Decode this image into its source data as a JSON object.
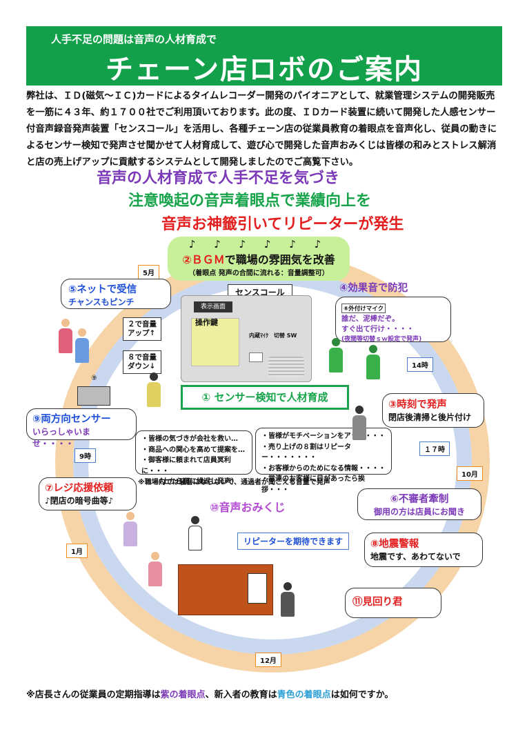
{
  "header": {
    "subtitle": "人手不足の問題は音声の人材育成で",
    "title": "チェーン店ロボのご案内"
  },
  "intro": "弊社は、ＩＤ(磁気～ＩＣ)カードによるタイムレコーダー開発のパイオニアとして、就業管理システムの開発販売を一筋に４３年、約１７００社でご利用頂いております。此の度、ＩＤカード装置に続いて開発した人感センサー付音声録音発声装置「センスコール」を活用し、各種チェーン店の従業員教育の着眼点を音声化し、従員の動きによるセンサー検知で発声させ聞かせて人材育成して、遊び心で開発した音声おみくじは皆様の和みとストレス解消と店の売上げアップに貢献するシステムとして開発しましたのでご高覧下さい。",
  "slogans": [
    "音声の人材育成で人手不足を気づき",
    "注意喚起の音声着眼点で業績向上を",
    "音声お神籤引いてリピーターが発生"
  ],
  "months": {
    "may": "5月",
    "oct": "10月",
    "jan": "1月",
    "dec": "12月"
  },
  "hours": {
    "h9": "9時",
    "h14": "14時",
    "h17": "１７時"
  },
  "bgm": {
    "notes": "♪ ♪ ♪ ♪ ♪ ♪",
    "title_num": "②ＢＧＭ",
    "title_rest": "で職場の雰囲気を改善",
    "desc": "（着眼点 発声の合間に流れる：音量調整可）"
  },
  "device": {
    "name": "センスコール",
    "display_label": "表示画面",
    "pad_label": "操作鍵",
    "mic_label": "内蔵ﾏｲｸ　切替 SW",
    "vol_up": "２で音量\nアップ↑",
    "vol_down": "８で音量\nダウン↓"
  },
  "features": {
    "f1": "① センサー検知で人材育成",
    "f3_title": "③時刻で発声",
    "f3_desc": "閉店後清掃と後片付け",
    "f4_title": "④効果音で防犯",
    "f4_mic": "⑥外付けマイク",
    "f4_desc1": "誰だ、泥棒だぞ。",
    "f4_desc2": "すぐ出て行け・・・・",
    "f4_desc3": "(夜間等切替ｓｗ設定で発声)",
    "f5_title": "⑤ネットで受信",
    "f5_desc": "チャンスもピンチ",
    "f6_title": "⑥不審者牽制",
    "f6_desc": "御用の方は店員にお聞き",
    "f7_title": "⑦レジ応援依頼",
    "f7_desc": "♪閉店の暗号曲等♪",
    "f8_title": "⑧地震警報",
    "f8_desc": "地震です、あわてないで",
    "f9_title": "⑨両方向センサー",
    "f9_desc": "いらっしゃいませ・・・・",
    "f9_num": "⑨",
    "f10_title": "⑩音声おみくじ",
    "f10_desc": "リピーターを期待できます",
    "f11_title": "⑪見回り君"
  },
  "list_left": [
    "・皆様の気づきが会社を救い…",
    "・商品への関心を高めて提案を…",
    "・御客様に頼まれて店員冥利に・・・",
    "（上から順に繰返し発声）"
  ],
  "list_right": [
    "・皆様がモチベーションをアップ・・・",
    "・売り上げの８割はリピーター・・・・・・・",
    "・お客様からのためになる情報・・・・",
    "・常連のお客様に目があったら挨拶・・・"
  ],
  "note": "※職場内では騒音にならないで、通過者が聞こえる音量で発声",
  "footer": {
    "pre": "※店長さんの従業員の定期指導は",
    "purple": "紫の着眼点",
    "mid": "、新入者の教育は",
    "blue": "青色の着眼点",
    "post": "は如何ですか。"
  },
  "colors": {
    "header_green": "#12a14a",
    "purple": "#7b39b8",
    "green": "#16a34a",
    "red": "#e31e1e",
    "blue": "#1e4fd8"
  }
}
